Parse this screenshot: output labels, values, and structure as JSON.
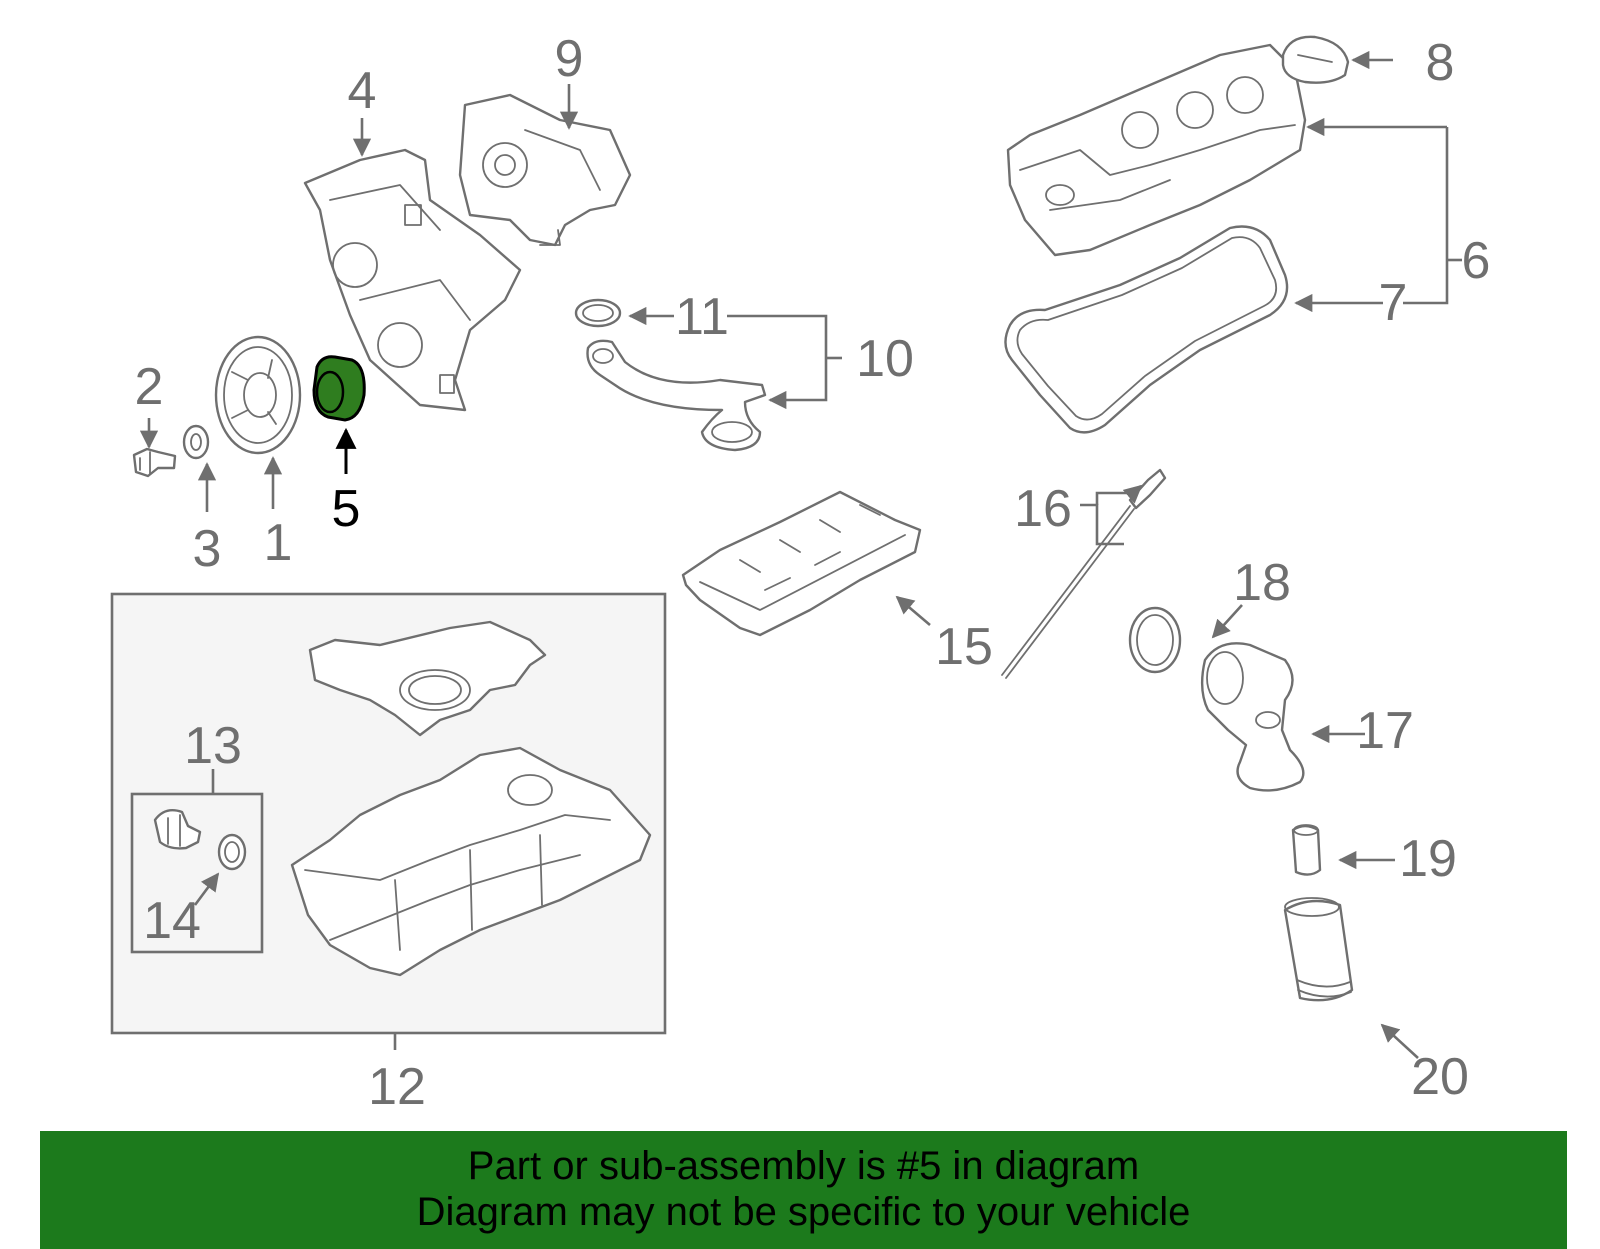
{
  "diagram": {
    "callouts": [
      "1",
      "2",
      "3",
      "4",
      "5",
      "6",
      "7",
      "8",
      "9",
      "10",
      "11",
      "12",
      "13",
      "14",
      "15",
      "16",
      "17",
      "18",
      "19",
      "20"
    ],
    "highlighted_part": "5",
    "colors": {
      "line": "#6f6f6f",
      "highlight_fill": "#2f7d1f",
      "banner": "#1c7a1c",
      "panel": "#f5f5f5"
    }
  },
  "banner": {
    "line1": "Part or sub-assembly is #5 in diagram",
    "line2": "Diagram may not be specific to your vehicle"
  }
}
